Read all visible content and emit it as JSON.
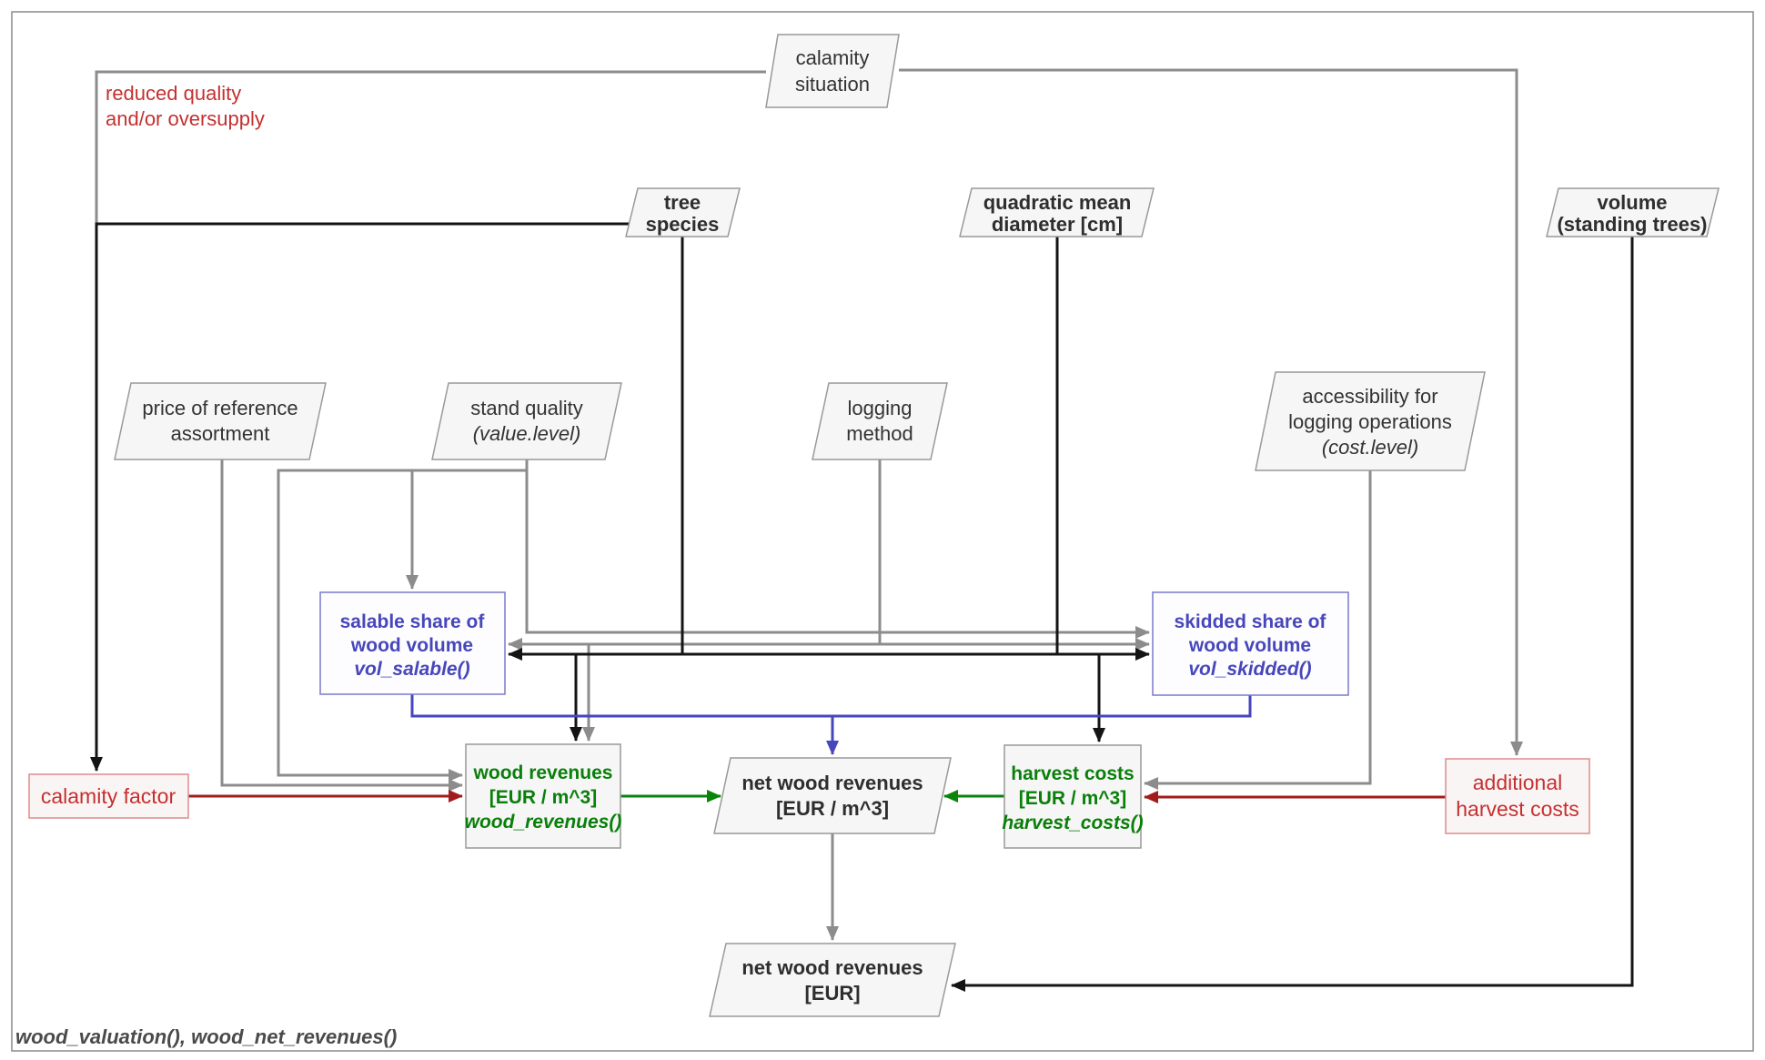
{
  "caption": "wood_valuation(), wood_net_revenues()",
  "annotation": {
    "lines": [
      "reduced quality",
      "and/or oversupply"
    ]
  },
  "colors": {
    "edge_gray": "#8c8c8c",
    "edge_black": "#141414",
    "edge_dark_red": "#a21c1c",
    "edge_green": "#098509",
    "edge_blue": "#4646bd",
    "node_fill": "#f6f6f6",
    "node_border": "#999999",
    "blue_text": "#4747bb",
    "green_text": "#0a7f0a",
    "red_text": "#c53030",
    "frame_border": "#8a8a8a"
  },
  "nodes": {
    "calamity_situation": {
      "shape": "parallelogram",
      "lines": [
        "calamity",
        "situation"
      ]
    },
    "tree_species": {
      "shape": "parallelogram",
      "bold": true,
      "lines": [
        "tree",
        "species"
      ]
    },
    "quadratic_mean_diameter": {
      "shape": "parallelogram",
      "bold": true,
      "lines": [
        "quadratic mean",
        "diameter [cm]"
      ]
    },
    "volume_standing_trees": {
      "shape": "parallelogram",
      "bold": true,
      "lines": [
        "volume",
        "(standing trees)"
      ]
    },
    "price_reference_assortment": {
      "shape": "parallelogram",
      "lines": [
        "price of reference",
        "assortment"
      ]
    },
    "stand_quality": {
      "shape": "parallelogram",
      "lines": [
        "stand quality",
        "(value.level)"
      ]
    },
    "logging_method": {
      "shape": "parallelogram",
      "lines": [
        "logging",
        "method"
      ]
    },
    "accessibility": {
      "shape": "parallelogram",
      "lines": [
        "accessibility for",
        "logging operations",
        "(cost.level)"
      ]
    },
    "vol_salable": {
      "shape": "rect",
      "lines": [
        "salable share of",
        "wood volume",
        "vol_salable()"
      ]
    },
    "vol_skidded": {
      "shape": "rect",
      "lines": [
        "skidded share of",
        "wood volume",
        "vol_skidded()"
      ]
    },
    "calamity_factor": {
      "shape": "rect",
      "lines": [
        "calamity factor"
      ]
    },
    "wood_revenues": {
      "shape": "rect",
      "lines": [
        "wood revenues",
        "[EUR / m^3]",
        "wood_revenues()"
      ]
    },
    "net_wood_revenues_m3": {
      "shape": "parallelogram",
      "bold": true,
      "lines": [
        "net wood revenues",
        "[EUR / m^3]"
      ]
    },
    "harvest_costs": {
      "shape": "rect",
      "lines": [
        "harvest costs",
        "[EUR / m^3]",
        "harvest_costs()"
      ]
    },
    "additional_harvest_costs": {
      "shape": "rect",
      "lines": [
        "additional",
        "harvest costs"
      ]
    },
    "net_wood_revenues_eur": {
      "shape": "parallelogram",
      "bold": true,
      "lines": [
        "net wood revenues",
        "[EUR]"
      ]
    }
  },
  "edges": [
    {
      "from": "calamity_situation",
      "to": "calamity_factor",
      "color": "gray",
      "label": "reduced quality and/or oversupply"
    },
    {
      "from": "calamity_situation",
      "to": "additional_harvest_costs",
      "color": "gray"
    },
    {
      "from": "tree_species",
      "to": "calamity_factor",
      "color": "black"
    },
    {
      "from": "tree_species",
      "to": "vol_salable",
      "color": "black"
    },
    {
      "from": "tree_species",
      "to": "vol_skidded",
      "color": "black"
    },
    {
      "from": "tree_species",
      "to": "wood_revenues",
      "color": "black"
    },
    {
      "from": "tree_species",
      "to": "harvest_costs",
      "color": "black"
    },
    {
      "from": "quadratic_mean_diameter",
      "to": "vol_skidded",
      "color": "black"
    },
    {
      "from": "quadratic_mean_diameter",
      "to": "harvest_costs",
      "color": "black"
    },
    {
      "from": "volume_standing_trees",
      "to": "net_wood_revenues_eur",
      "color": "black"
    },
    {
      "from": "price_reference_assortment",
      "to": "wood_revenues",
      "color": "gray"
    },
    {
      "from": "stand_quality",
      "to": "vol_salable",
      "color": "gray"
    },
    {
      "from": "stand_quality",
      "to": "vol_skidded",
      "color": "gray"
    },
    {
      "from": "stand_quality",
      "to": "wood_revenues",
      "color": "gray"
    },
    {
      "from": "logging_method",
      "to": "vol_salable",
      "color": "gray"
    },
    {
      "from": "logging_method",
      "to": "vol_skidded",
      "color": "gray"
    },
    {
      "from": "logging_method",
      "to": "wood_revenues",
      "color": "gray"
    },
    {
      "from": "accessibility",
      "to": "harvest_costs",
      "color": "gray"
    },
    {
      "from": "calamity_factor",
      "to": "wood_revenues",
      "color": "dark_red"
    },
    {
      "from": "additional_harvest_costs",
      "to": "harvest_costs",
      "color": "dark_red"
    },
    {
      "from": "vol_salable",
      "to": "net_wood_revenues_m3",
      "color": "blue"
    },
    {
      "from": "vol_skidded",
      "to": "net_wood_revenues_m3",
      "color": "blue"
    },
    {
      "from": "wood_revenues",
      "to": "net_wood_revenues_m3",
      "color": "green"
    },
    {
      "from": "harvest_costs",
      "to": "net_wood_revenues_m3",
      "color": "green"
    },
    {
      "from": "net_wood_revenues_m3",
      "to": "net_wood_revenues_eur",
      "color": "gray"
    }
  ]
}
